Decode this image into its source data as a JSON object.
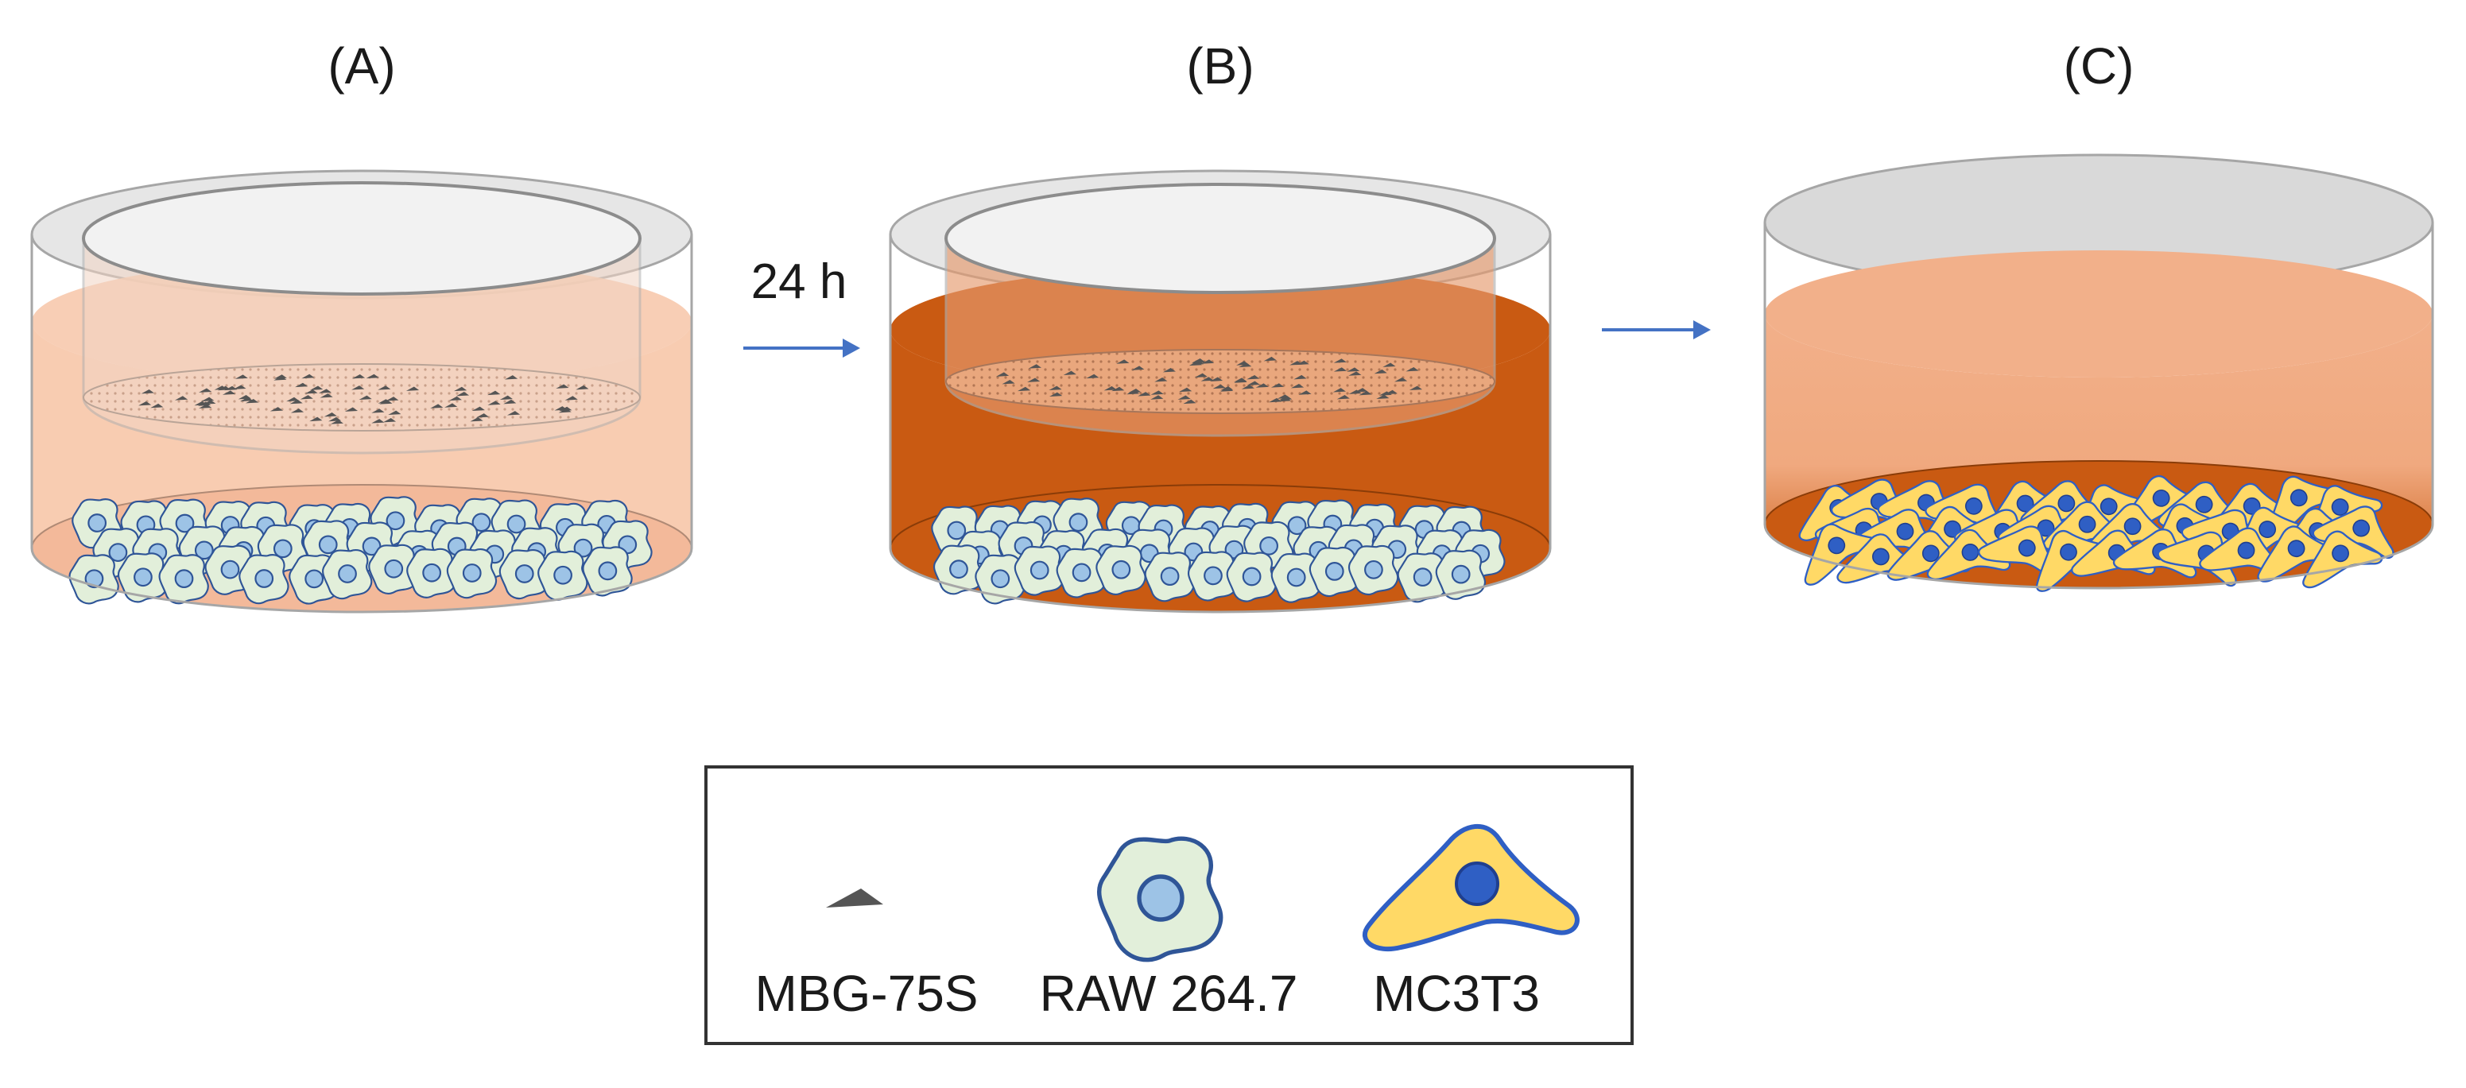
{
  "panels": [
    {
      "label": "(A)"
    },
    {
      "label": "(B)"
    },
    {
      "label": "(C)"
    }
  ],
  "step_label": "24 h",
  "legend": {
    "items": [
      {
        "label": "MBG-75S",
        "icon": "mbg-particle-icon"
      },
      {
        "label": "RAW 264.7",
        "icon": "raw-macrophage-icon"
      },
      {
        "label": "MC3T3",
        "icon": "mc3t3-osteoblast-icon"
      }
    ]
  },
  "colors": {
    "medium_fresh": "#f7c6a8",
    "medium_conditioned": "#c95a12",
    "medium_top_c": "#f2b08a",
    "dish_wall": "#d9d9d9",
    "arrow": "#4472c4",
    "raw_cell_fill": "#e2efda",
    "raw_cell_nucleus": "#9dc3e6",
    "raw_cell_outline": "#2f5597",
    "mc3t3_fill": "#ffd966",
    "mc3t3_nucleus": "#2f5fc4",
    "particle": "#555555"
  }
}
